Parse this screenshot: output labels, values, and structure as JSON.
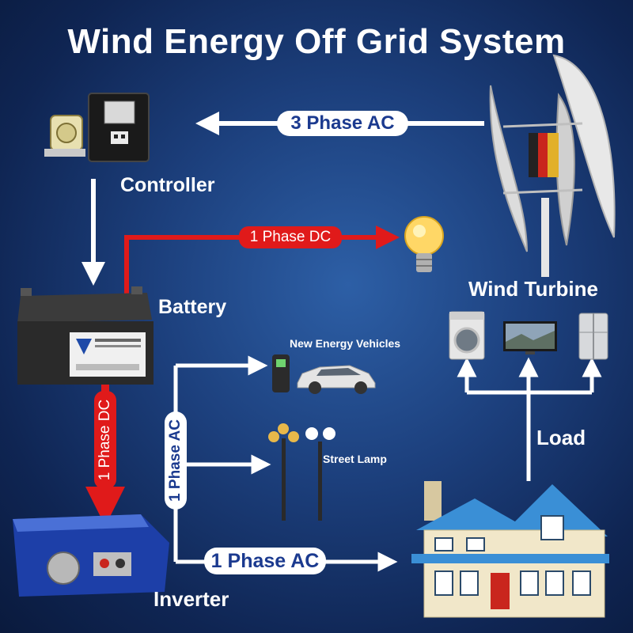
{
  "title": "Wind Energy Off Grid System",
  "labels": {
    "controller": "Controller",
    "battery": "Battery",
    "wind_turbine": "Wind Turbine",
    "inverter": "Inverter",
    "load": "Load",
    "new_energy_vehicles": "New Energy Vehicles",
    "street_lamp": "Street Lamp"
  },
  "flows": {
    "turbine_to_controller": "3 Phase AC",
    "battery_to_bulb": "1 Phase DC",
    "battery_to_inverter": "1 Phase DC",
    "inverter_branch": "1 Phase AC",
    "inverter_to_house": "1 Phase AC"
  },
  "colors": {
    "ac_line": "#ffffff",
    "dc_line": "#e01a1a",
    "background": "#1c3f7c"
  },
  "icons": [
    "controller-icon",
    "battery-icon",
    "wind-turbine-icon",
    "light-bulb-icon",
    "washing-machine-icon",
    "tv-icon",
    "refrigerator-icon",
    "ev-charger-icon",
    "car-icon",
    "street-lamp-icon",
    "inverter-icon",
    "house-icon"
  ]
}
